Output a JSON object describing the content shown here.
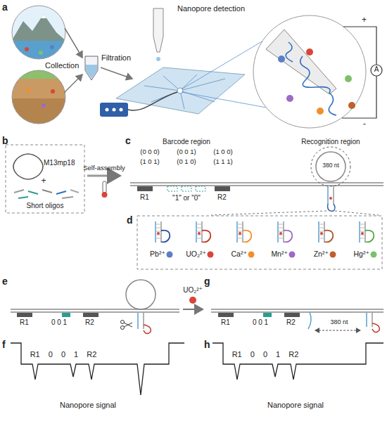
{
  "diagram": {
    "labels": [
      "a",
      "Collection",
      "Filtration",
      "Nanopore detection",
      "+",
      "-",
      "A",
      "b",
      "M13mp18",
      "+",
      "Short oligos",
      "Self-assembly",
      "c",
      "Barcode region",
      "Recognition region",
      "(0 0 0)",
      "(0 0 1)",
      "(1 0 0)",
      "(1 0 1)",
      "(0 1 0)",
      "(1 1 1)",
      "R1",
      "R2",
      "\"1\" or \"0\"",
      "380 nt",
      "d",
      "Pb²⁺",
      "UO₂²⁺",
      "Ca²⁺",
      "Mn²⁺",
      "Zn²⁺",
      "Hg²⁺",
      "e",
      "R1",
      "0 0 1",
      "R2",
      "f",
      "R1 0 0 1 R2",
      "Nanopore signal",
      "UO₂²⁺",
      "g",
      "R1",
      "0 0 1",
      "R2",
      "380 nt",
      "h",
      "R1 0 0 1 R2",
      "Nanopore signal"
    ]
  }
}
